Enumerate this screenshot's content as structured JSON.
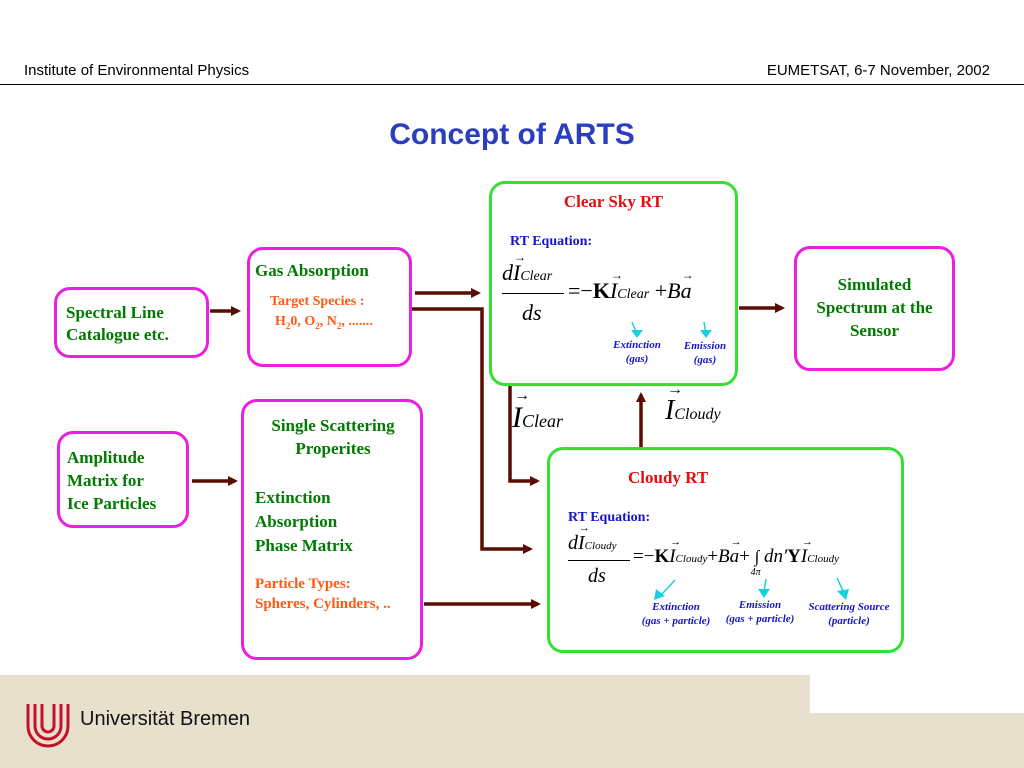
{
  "header": {
    "left": "Institute of Environmental Physics",
    "right": "EUMETSAT, 6-7 November, 2002"
  },
  "title": "Concept of ARTS",
  "spectral": {
    "line1": "Spectral Line",
    "line2": "Catalogue etc."
  },
  "gas": {
    "title": "Gas Absorption",
    "target_label": "Target Species :",
    "species": "H20, O2, N2, ......."
  },
  "amplitude": {
    "line1": "Amplitude",
    "line2": "Matrix for",
    "line3": "Ice Particles"
  },
  "scattering": {
    "title1": "Single Scattering",
    "title2": "Properites",
    "prop1": "Extinction",
    "prop2": "Absorption",
    "prop3": "Phase Matrix",
    "ptypes_label": "Particle Types:",
    "ptypes": "Spheres, Cylinders, .."
  },
  "clear": {
    "title": "Clear Sky RT",
    "eq_label": "RT Equation:",
    "ext1": "Extinction",
    "ext2": "(gas)",
    "emi1": "Emission",
    "emi2": "(gas)"
  },
  "cloudy": {
    "title": "Cloudy RT",
    "eq_label": "RT Equation:",
    "ext1": "Extinction",
    "ext2": "(gas + particle)",
    "emi1": "Emission",
    "emi2": "(gas + particle)",
    "scat1": "Scattering Source",
    "scat2": "(particle)"
  },
  "simulated": {
    "line1": "Simulated",
    "line2": "Spectrum at the",
    "line3": "Sensor"
  },
  "math": {
    "clear_sub": "Clear",
    "cloudy_sub": "Cloudy",
    "d": "d",
    "I": "I",
    "ds": "ds",
    "K": "K",
    "B": "B",
    "a": "a",
    "Y": "Y",
    "eq": "=",
    "minus": "−",
    "plus": "+",
    "int": "∫",
    "dn": "dn",
    "prime": "'",
    "fourpi": "4π"
  },
  "footer": {
    "university": "Universität Bremen"
  },
  "colors": {
    "title": "#2b3ec0",
    "magenta_border": "#ea1fe0",
    "green_border": "#33e033",
    "arrow": "#5a0d00",
    "footer": "#e6e0cc"
  }
}
